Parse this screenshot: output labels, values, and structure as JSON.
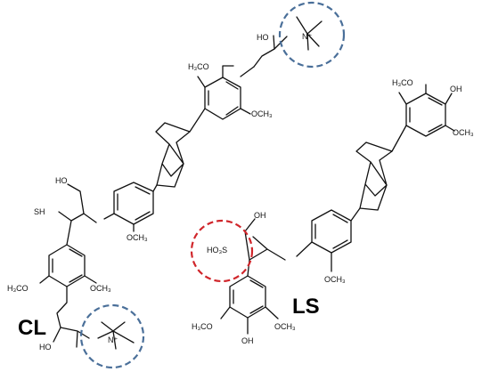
{
  "molecules": {
    "cl": {
      "name": "CL",
      "labels": {
        "top_ammonium": "N⁺",
        "top_oh": "HO",
        "top_ome_left": "H₃CO",
        "top_ome_right": "OCH₃",
        "left_oh": "HO",
        "left_sh": "SH",
        "left_ome": "OCH₃",
        "bottom_ome_left": "H₃CO",
        "bottom_ome_right": "OCH₃",
        "bottom_oh": "HO",
        "bottom_ammonium": "N⁺"
      }
    },
    "ls": {
      "name": "LS",
      "labels": {
        "top_ome_left": "H₃CO",
        "top_oh": "OH",
        "top_ome_right": "OCH₃",
        "oh": "OH",
        "so3": "HO₃S",
        "ome_mid": "OCH₃",
        "bottom_ome_left": "H₃CO",
        "bottom_ome_right": "OCH₃",
        "bottom_oh": "OH"
      }
    }
  },
  "highlight_colors": {
    "cationic": "#4a6f99",
    "sulfonate": "#d0262b"
  }
}
